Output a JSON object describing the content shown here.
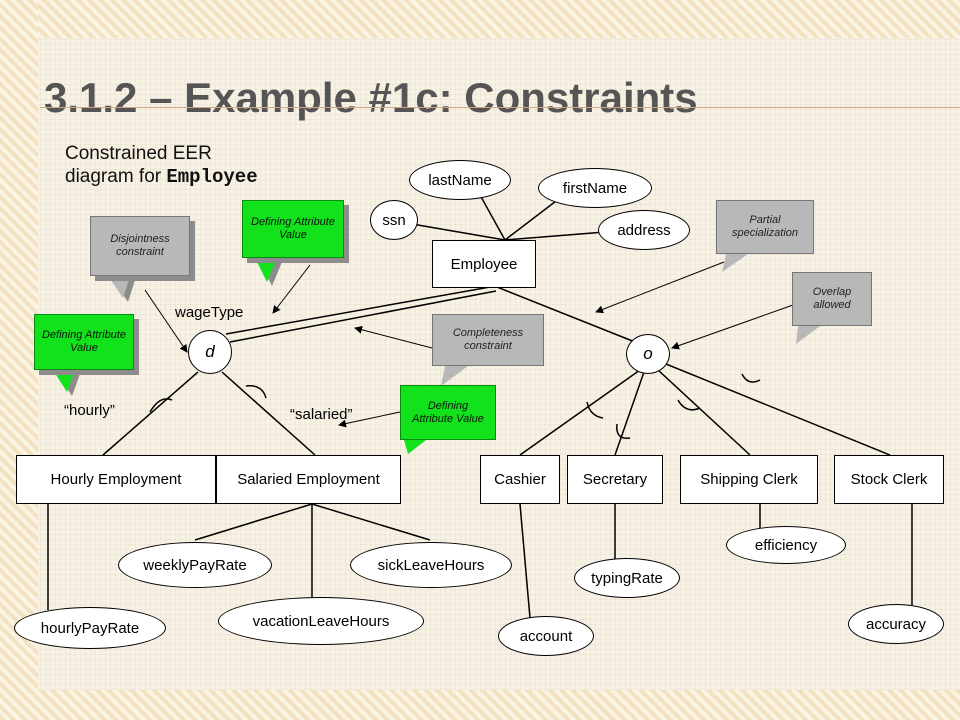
{
  "title": "3.1.2 – Example #1c: Constraints",
  "subtitle": {
    "line1": "Constrained EER",
    "line2_prefix": "diagram for ",
    "line2_code": "Employee"
  },
  "entities": {
    "employee": "Employee",
    "hourly": "Hourly Employment",
    "salaried": "Salaried Employment",
    "cashier": "Cashier",
    "secretary": "Secretary",
    "shipping": "Shipping Clerk",
    "stock": "Stock Clerk"
  },
  "attributes": {
    "lastName": "lastName",
    "firstName": "firstName",
    "ssn": "ssn",
    "address": "address",
    "weeklyPayRate": "weeklyPayRate",
    "sickLeaveHours": "sickLeaveHours",
    "vacationLeaveHours": "vacationLeaveHours",
    "hourlyPayRate": "hourlyPayRate",
    "account": "account",
    "typingRate": "typingRate",
    "efficiency": "efficiency",
    "accuracy": "accuracy"
  },
  "specializations": {
    "disjoint": "d",
    "overlap": "o"
  },
  "labels": {
    "wageType": "wageType",
    "hourly": "“hourly”",
    "salaried": "“salaried”"
  },
  "callouts": {
    "disjointness": "Disjointness constraint",
    "defining_top": "Defining Attribute Value",
    "defining_left": "Defining Attribute Value",
    "completeness": "Completeness constraint",
    "defining_mid": "Defining Attribute Value",
    "partial": "Partial specialization",
    "overlap": "Overlap allowed"
  },
  "colors": {
    "callout_gray": "#b8b8b8",
    "callout_green": "#11e21b",
    "title": "#555555"
  }
}
